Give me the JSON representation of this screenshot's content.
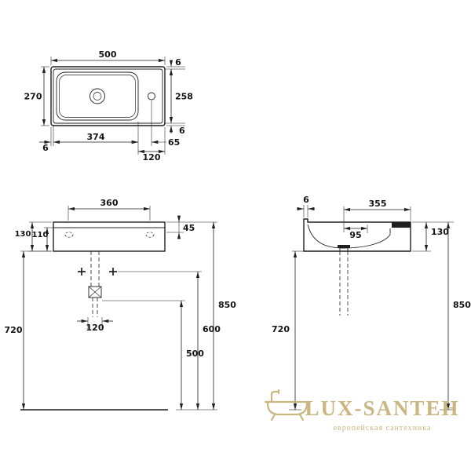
{
  "top_view": {
    "width": "500",
    "depth": "270",
    "rim_top_right": "6",
    "inner_depth": "258",
    "rim_bottom_right": "6",
    "rim_left": "6",
    "inner_width": "374",
    "tap_offset": "65",
    "deck_width": "120"
  },
  "front_view": {
    "top_width": "360",
    "outer_height": "130",
    "inner_height": "110",
    "apron_height": "45",
    "bottom_height": "720",
    "drain_width": "120",
    "trap_height": "500",
    "fixing_height": "600",
    "rim_height": "850"
  },
  "side_view": {
    "front_lip": "6",
    "depth": "355",
    "drain_offset": "95",
    "height": "130",
    "rim_height": "850",
    "bottom_height": "720"
  },
  "watermark": {
    "brand": "LUX-SANTEH",
    "tagline": "европейская сантехника",
    "color": "#c6b077"
  }
}
